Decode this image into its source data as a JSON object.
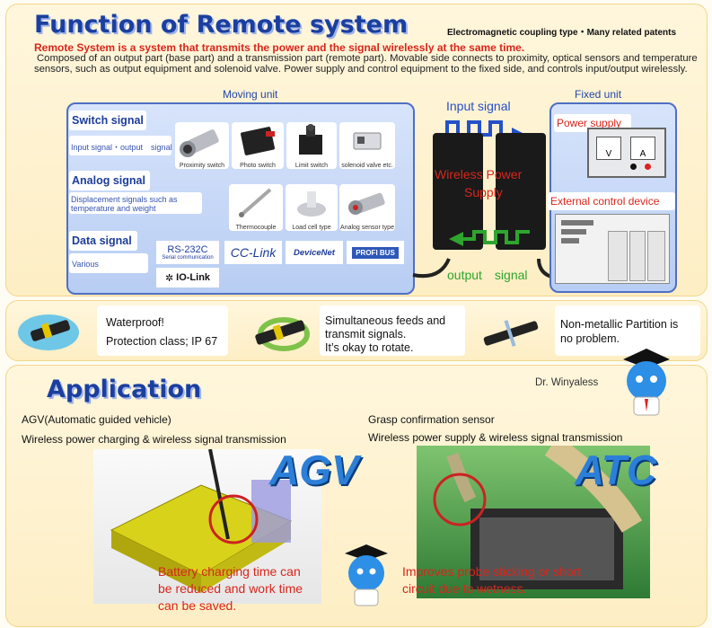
{
  "header": {
    "title": "Function of Remote system",
    "badge": "Electromagnetic coupling type・Many related patents",
    "lead_red": "Remote System is a system that transmits the power and the signal wirelessly at the same time.",
    "lead_body": "Composed of an output part (base part) and a transmission part (remote part). Movable side connects to proximity, optical sensors and temperature sensors, such as output equipment and solenoid valve.  Power supply and control equipment to the fixed side, and controls input/output wirelessly."
  },
  "moving_unit": {
    "label": "Moving unit",
    "switch_signal": {
      "title": "Switch signal",
      "desc": "Input signal・output　signal",
      "items": [
        "Proximity switch",
        "Photo switch",
        "Limit switch",
        "solenoid valve etc."
      ]
    },
    "analog_signal": {
      "title": "Analog signal",
      "desc": "Displacement signals such as temperature and weight",
      "items": [
        "Thermocouple",
        "Load cell type",
        "Analog sensor type"
      ]
    },
    "data_signal": {
      "title": "Data signal",
      "desc": "Various",
      "rs232": "RS-232C",
      "rs232_sub": "Serial communication",
      "cclink": "CC-Link",
      "devicenet": "DeviceNet",
      "profibus": "PROFI BUS",
      "iolink": "IO-Link"
    }
  },
  "center": {
    "input_signal": "Input signal",
    "wireless_power": "Wireless Power",
    "supply": "Supply",
    "output_signal": "output　signal"
  },
  "fixed_unit": {
    "label": "Fixed unit",
    "power_supply": "Power supply",
    "external": "External control device",
    "meter_v": "V",
    "meter_a": "A"
  },
  "features": [
    {
      "line1": "Waterproof!",
      "line2": "Protection class; IP 67"
    },
    {
      "line1": "Simultaneous feeds and",
      "line2": "transmit signals.",
      "line3": "It’s okay to rotate."
    },
    {
      "line1": "Non-metallic Partition is",
      "line2": "no problem."
    }
  ],
  "application": {
    "title": "Application",
    "doctor": "Dr. Winyaless",
    "agv": {
      "line1": "AGV(Automatic guided vehicle)",
      "line2": "Wireless power charging & wireless signal transmission",
      "big": "AGV",
      "benefit1": "Battery charging time can",
      "benefit2": "be reduced and work time",
      "benefit3": "can be saved."
    },
    "atc": {
      "line1": "Grasp confirmation sensor",
      "line2": "Wireless power supply & wireless signal transmission",
      "big": "ATC",
      "benefit1": "Improves probe sticking or short",
      "benefit2": "circuit due to wetness."
    }
  },
  "colors": {
    "blue_title": "#1b3fa0",
    "red": "#d8261c",
    "green_arrow": "#2ea52e",
    "blue_arrow": "#2451c9"
  }
}
